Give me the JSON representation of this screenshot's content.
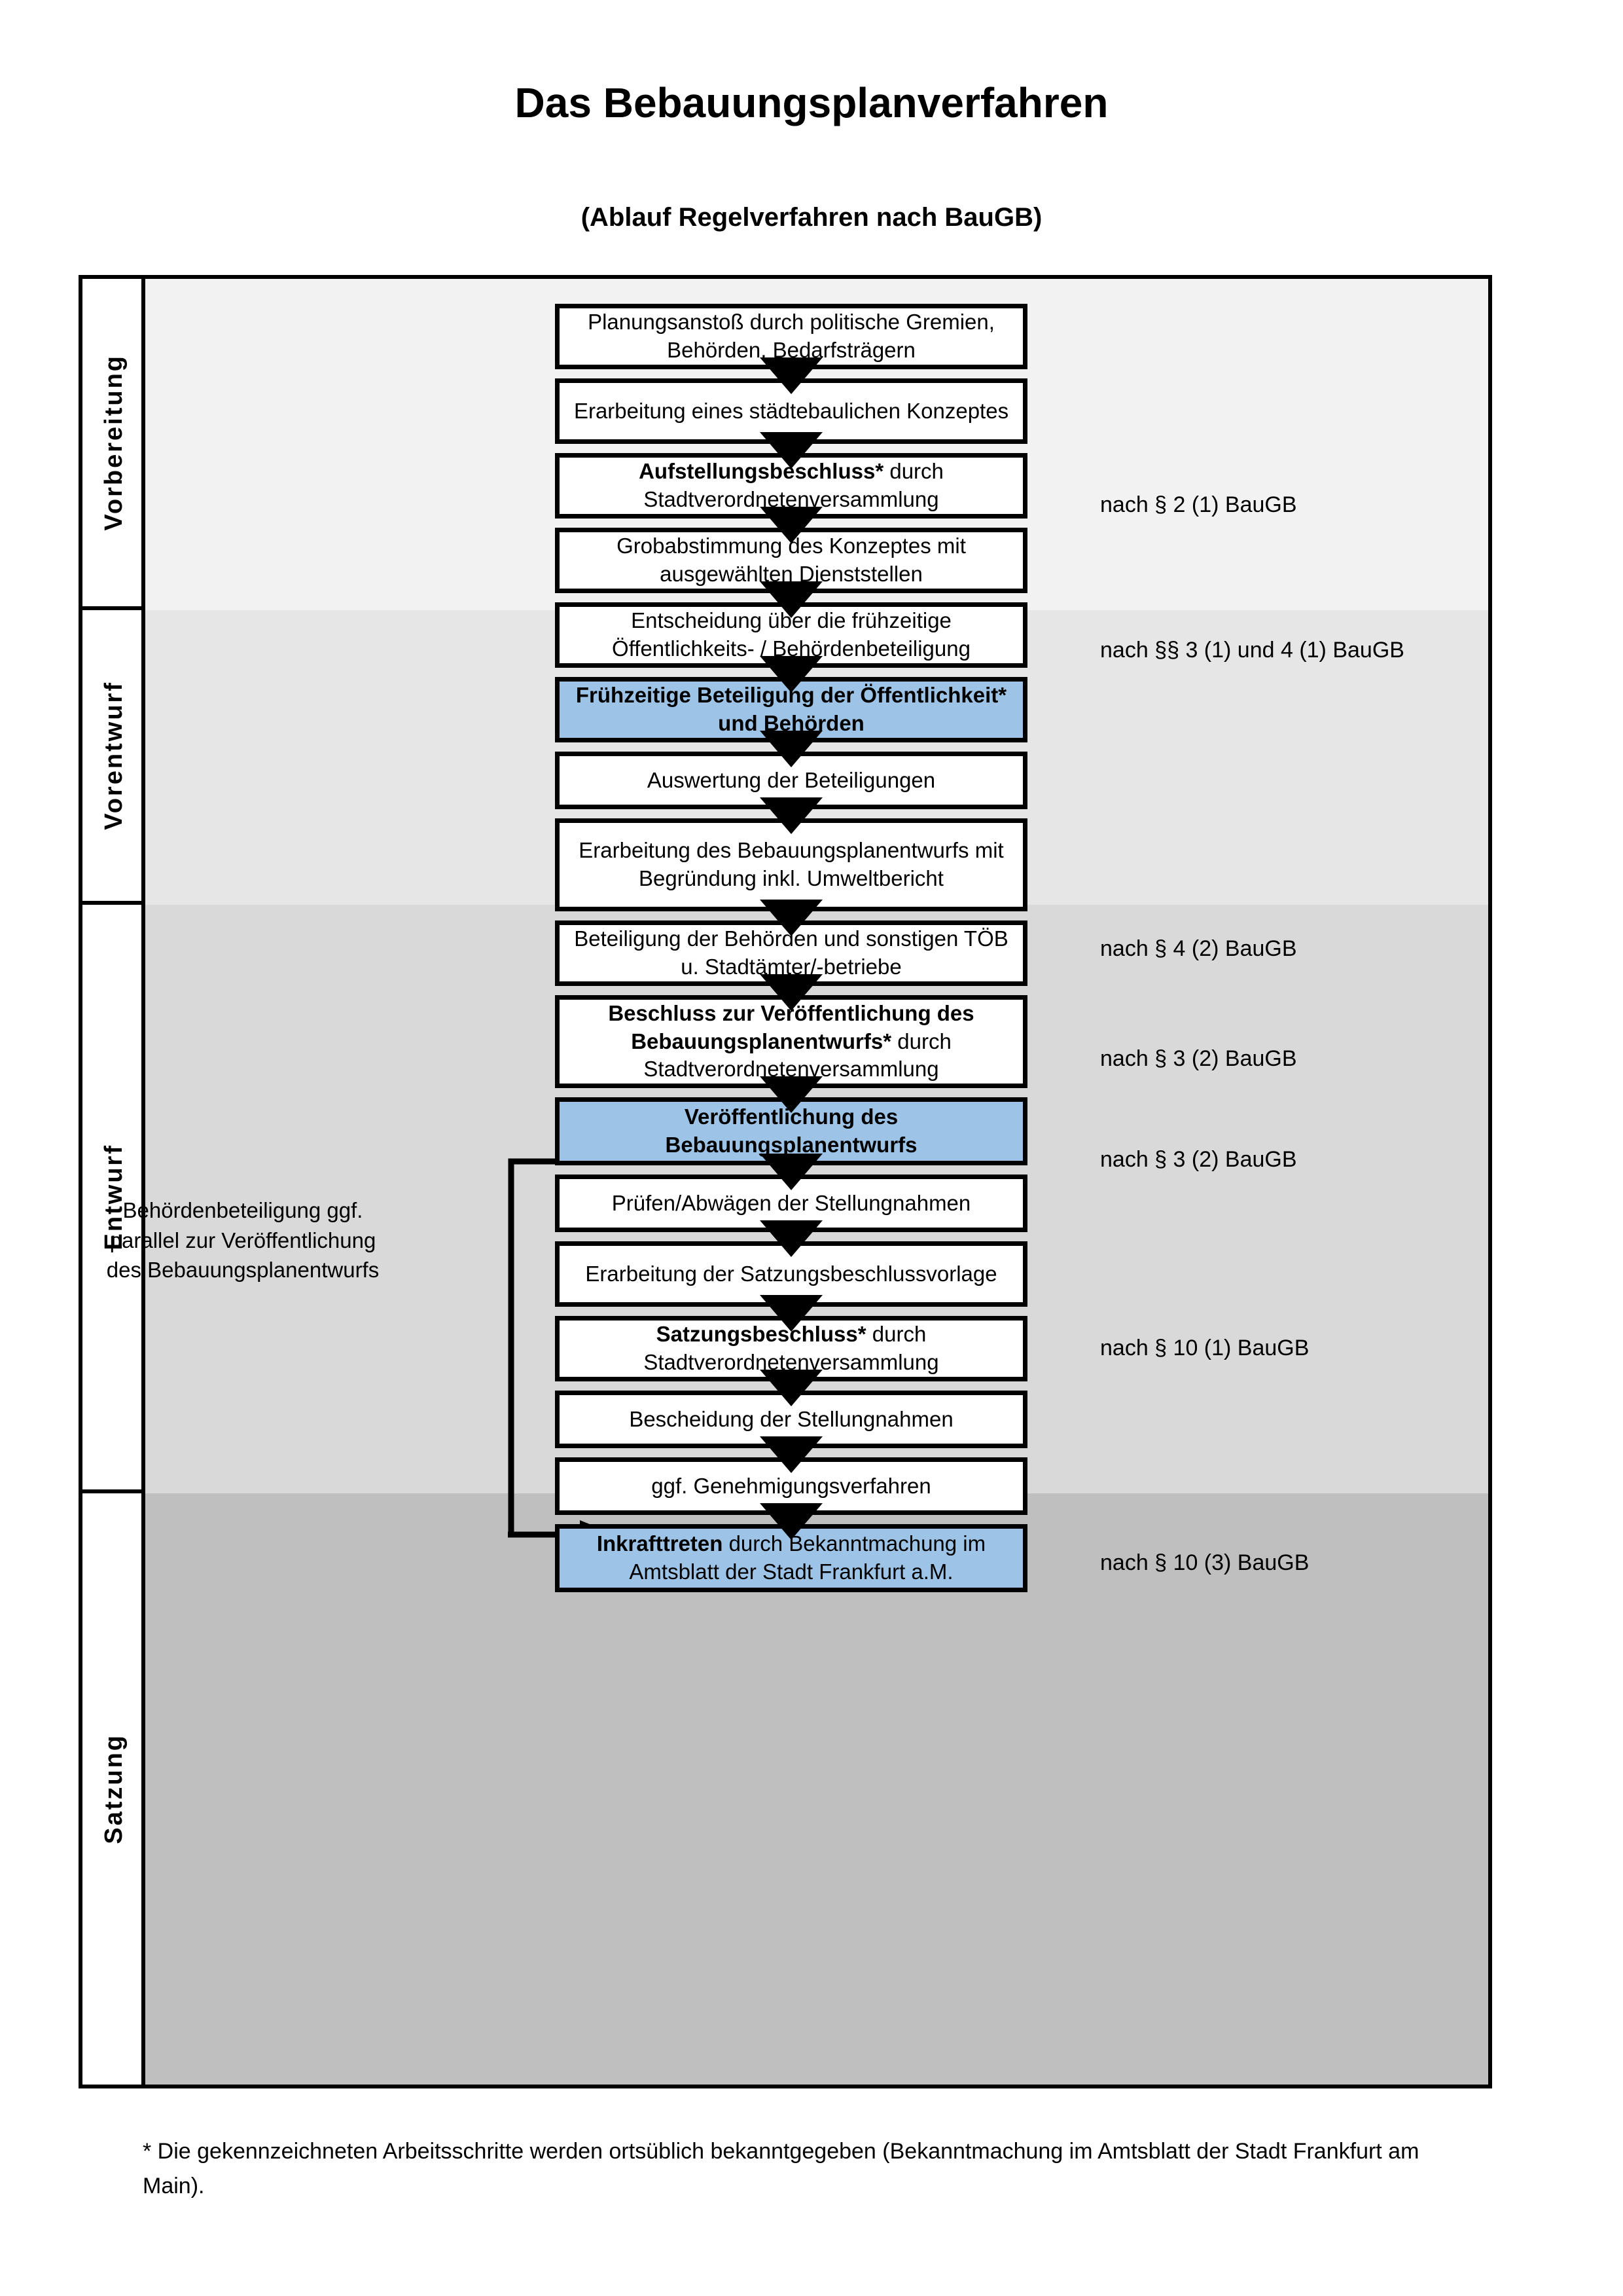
{
  "title": "Das Bebauungsplanverfahren",
  "subtitle": "(Ablauf Regelverfahren nach BauGB)",
  "colors": {
    "accent_blue": "#9DC3E6",
    "band_vorbereitung": "#F2F2F2",
    "band_vorentwurf": "#E6E6E6",
    "band_entwurf": "#D9D9D9",
    "band_satzung": "#BFBFBF"
  },
  "phases": [
    {
      "label": "Vorbereitung"
    },
    {
      "label": "Vorentwurf"
    },
    {
      "label": "Entwurf"
    },
    {
      "label": "Satzung"
    }
  ],
  "steps": [
    {
      "id": "planungsanstoss",
      "text": "Planungsanstoß durch politische Gremien, Behörden, Bedarfsträgern",
      "bold": "",
      "rest": "",
      "highlight": false
    },
    {
      "id": "konzept",
      "text": "Erarbeitung eines städtebaulichen Konzeptes",
      "bold": "",
      "rest": "",
      "highlight": false
    },
    {
      "id": "aufstellungsbeschluss",
      "text": "Aufstellungsbeschluss* durch Stadtverordnetenversammlung",
      "bold": "Aufstellungsbeschluss*",
      "rest": " durch Stadtverordnetenversammlung",
      "highlight": false
    },
    {
      "id": "grobabstimmung",
      "text": "Grobabstimmung des Konzeptes mit ausgewählten Dienststellen",
      "bold": "",
      "rest": "",
      "highlight": false
    },
    {
      "id": "entscheidung-fruehzeitig",
      "text": "Entscheidung über die frühzeitige Öffentlichkeits- / Behördenbeteiligung",
      "bold": "",
      "rest": "",
      "highlight": false
    },
    {
      "id": "fruehzeitige-beteiligung",
      "text": "Frühzeitige Beteiligung der Öffentlichkeit* und Behörden",
      "bold": "Frühzeitige Beteiligung der Öffentlichkeit* und Behörden",
      "rest": "",
      "highlight": true
    },
    {
      "id": "auswertung",
      "text": "Auswertung der Beteiligungen",
      "bold": "",
      "rest": "",
      "highlight": false
    },
    {
      "id": "erarbeitung-entwurf",
      "text": "Erarbeitung des Bebauungsplanentwurfs mit Begründung inkl. Umweltbericht",
      "bold": "",
      "rest": "",
      "highlight": false
    },
    {
      "id": "beteiligung-behoerden",
      "text": "Beteiligung der Behörden und sonstigen TÖB u. Stadtämter/-betriebe",
      "bold": "",
      "rest": "",
      "highlight": false
    },
    {
      "id": "beschluss-veroeffentlichung",
      "text": "Beschluss zur Veröffentlichung des Bebauungsplanentwurfs* durch Stadtverordnetenversammlung",
      "bold": "Beschluss zur Veröffentlichung des Bebauungsplanentwurfs*",
      "rest": " durch Stadtverordnetenversammlung",
      "highlight": false
    },
    {
      "id": "veroeffentlichung",
      "text": "Veröffentlichung des Bebauungsplanentwurfs",
      "bold": "Veröffentlichung des Bebauungsplanentwurfs",
      "rest": "",
      "highlight": true
    },
    {
      "id": "pruefen-abwaegen",
      "text": "Prüfen/Abwägen der Stellungnahmen",
      "bold": "",
      "rest": "",
      "highlight": false
    },
    {
      "id": "satzungsbeschlussvorlage",
      "text": "Erarbeitung der Satzungsbeschlussvorlage",
      "bold": "",
      "rest": "",
      "highlight": false
    },
    {
      "id": "satzungsbeschluss",
      "text": "Satzungsbeschluss* durch Stadtverordnetenversammlung",
      "bold": "Satzungsbeschluss*",
      "rest": " durch Stadtverordnetenversammlung",
      "highlight": false
    },
    {
      "id": "bescheidung",
      "text": "Bescheidung der Stellungnahmen",
      "bold": "",
      "rest": "",
      "highlight": false
    },
    {
      "id": "genehmigungsverfahren",
      "text": "ggf. Genehmigungsverfahren",
      "bold": "",
      "rest": "",
      "highlight": false
    },
    {
      "id": "inkrafttreten",
      "text": "Inkrafttreten durch Bekanntmachung im Amtsblatt der Stadt Frankfurt a.M.",
      "bold": "Inkrafttreten",
      "rest": " durch Bekanntmachung im Amtsblatt der Stadt Frankfurt a.M.",
      "highlight": true
    }
  ],
  "annotations": [
    {
      "id": "ann-par2",
      "text": "nach § 2 (1) BauGB"
    },
    {
      "id": "ann-par3-1-4-1",
      "text": "nach §§ 3 (1) und 4 (1) BauGB"
    },
    {
      "id": "ann-par4-2",
      "text": "nach § 4 (2) BauGB"
    },
    {
      "id": "ann-par3-2-a",
      "text": "nach § 3 (2) BauGB"
    },
    {
      "id": "ann-par3-2-b",
      "text": "nach § 3 (2) BauGB"
    },
    {
      "id": "ann-par10-1",
      "text": "nach § 10 (1) BauGB"
    },
    {
      "id": "ann-par10-3",
      "text": "nach § 10 (3) BauGB"
    }
  ],
  "side_note": "Behördenbeteiligung ggf. parallel zur Veröffentlichung des Bebauungsplanentwurfs",
  "footnote": "* Die gekennzeichneten Arbeitsschritte werden ortsüblich bekanntgegeben (Bekanntmachung im Amtsblatt  der Stadt Frankfurt am Main)."
}
